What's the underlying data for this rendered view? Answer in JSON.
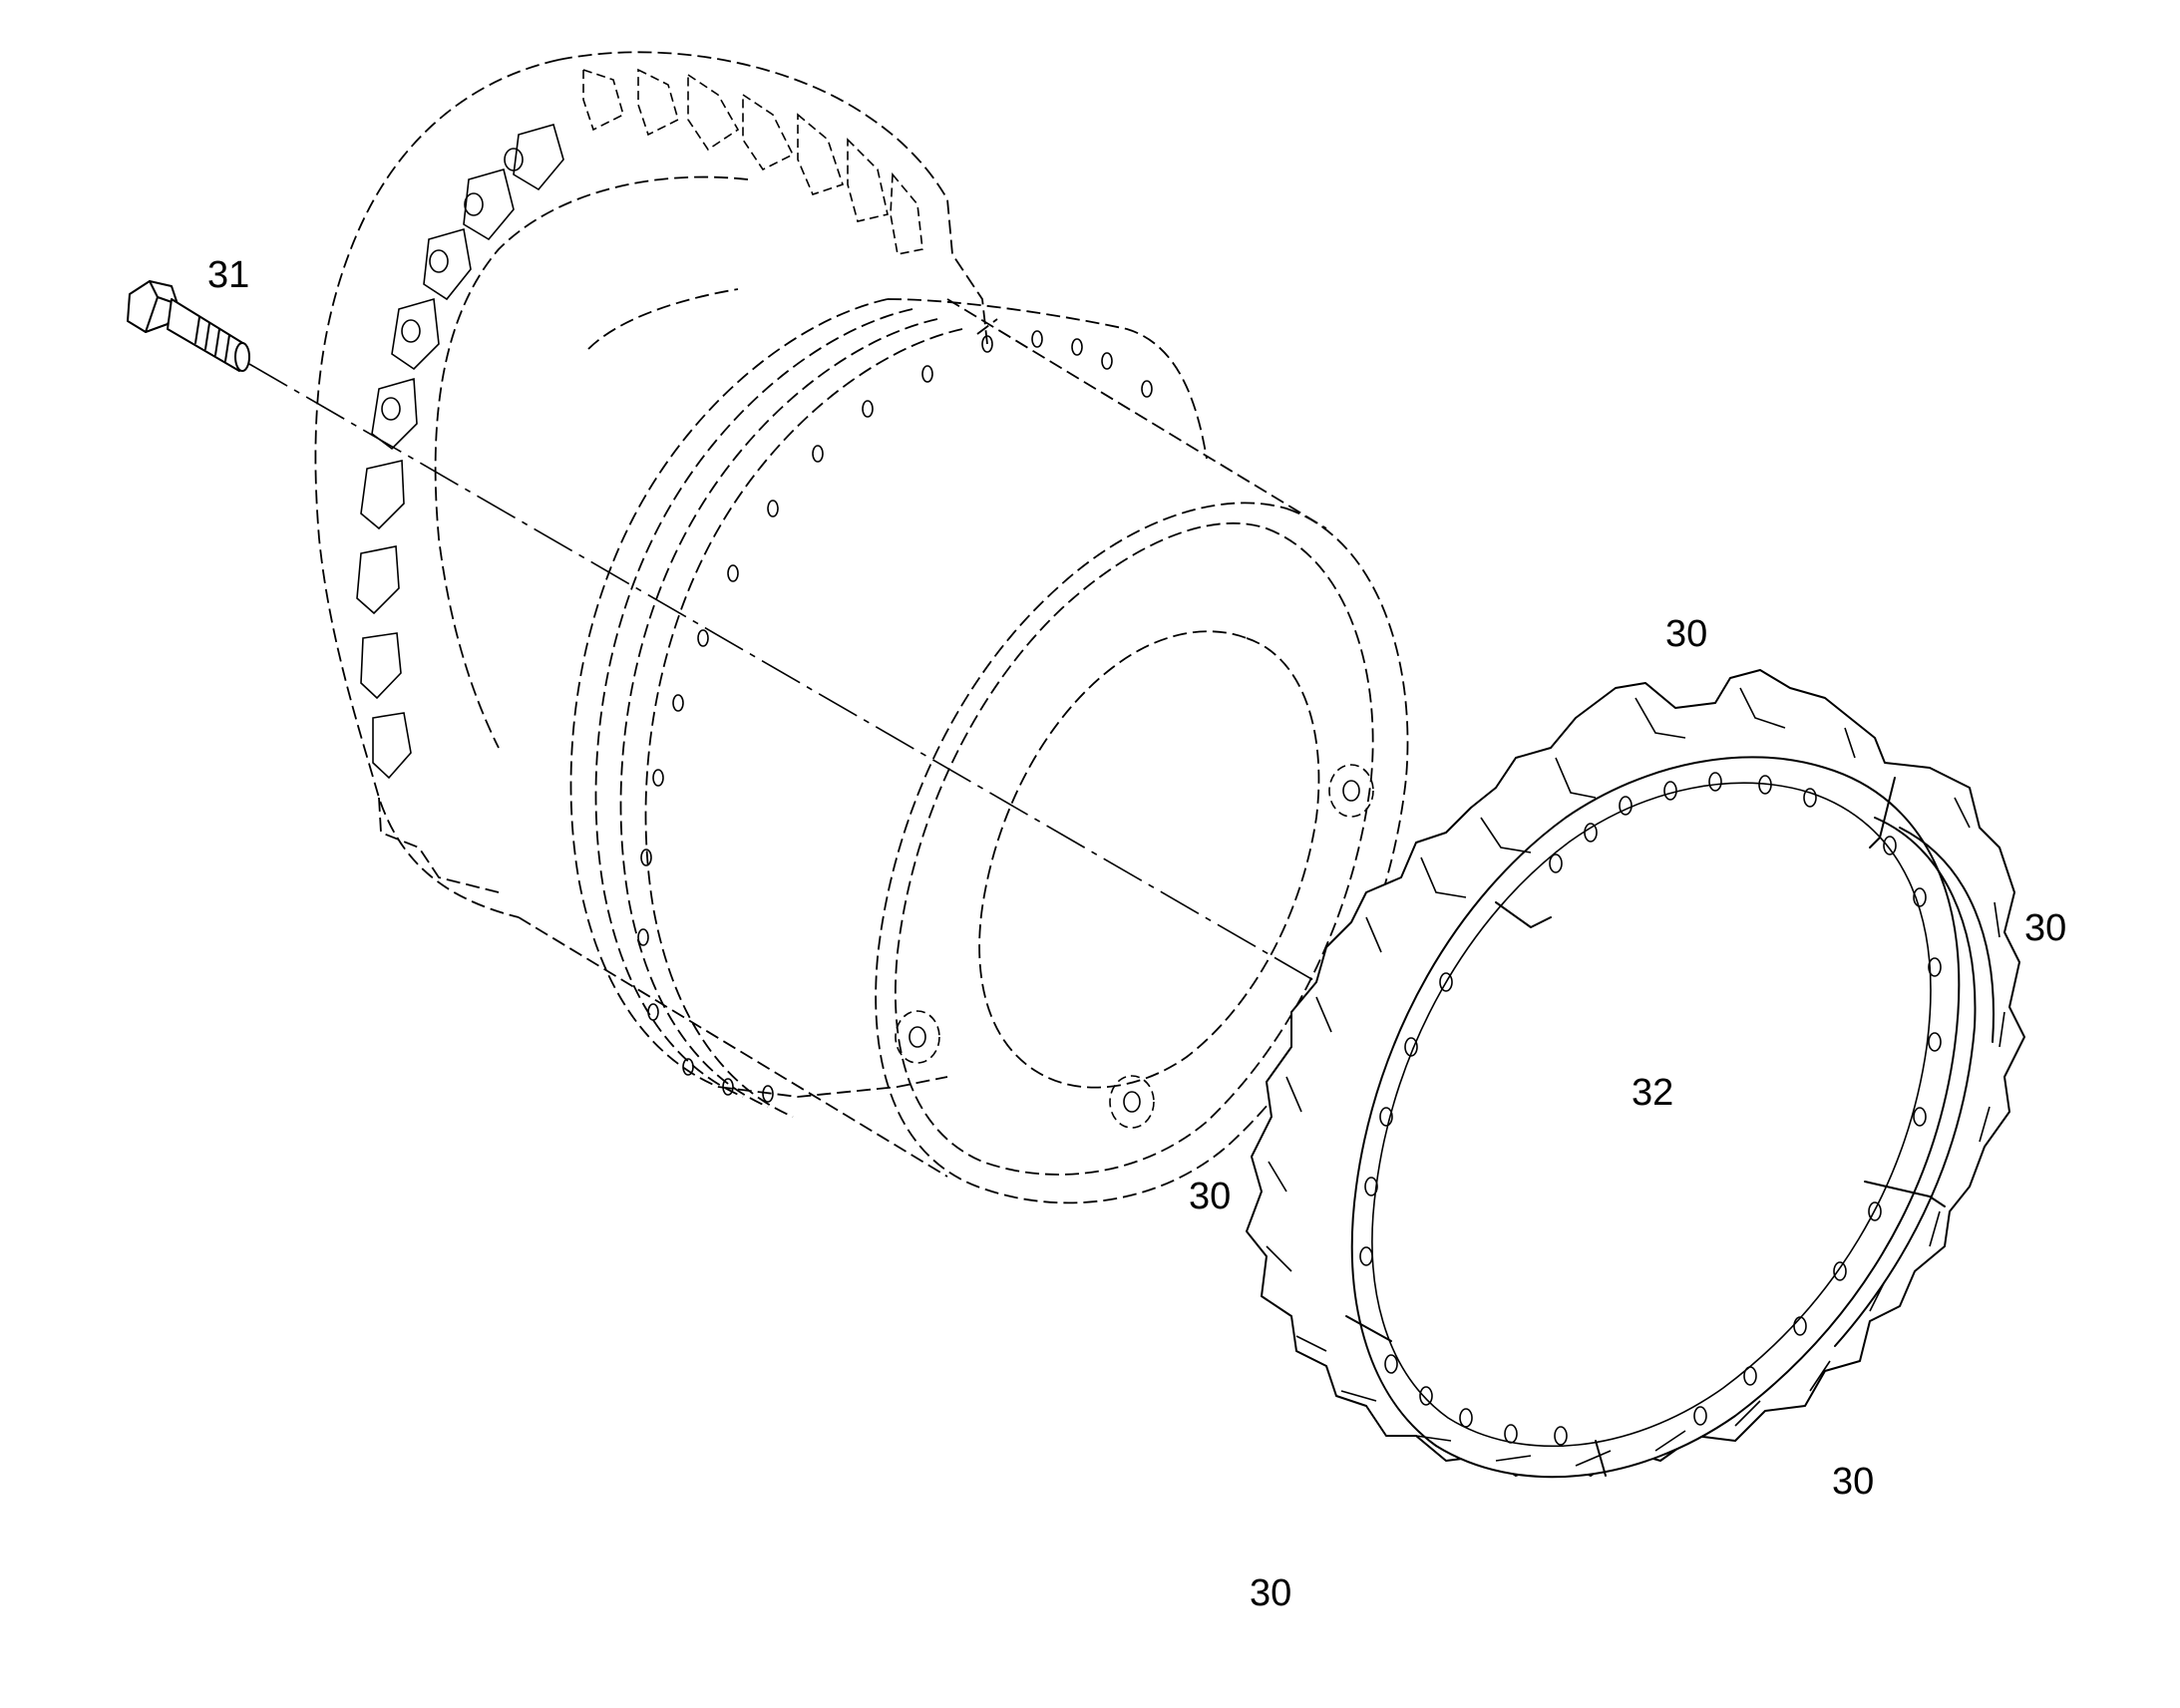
{
  "callouts": [
    {
      "id": "label-31",
      "text": "31"
    },
    {
      "id": "label-32",
      "text": "32"
    },
    {
      "id": "label-30-top",
      "text": "30"
    },
    {
      "id": "label-30-right",
      "text": "30"
    },
    {
      "id": "label-30-left",
      "text": "30"
    },
    {
      "id": "label-30-lower-right",
      "text": "30"
    },
    {
      "id": "label-30-bottom",
      "text": "30"
    }
  ]
}
